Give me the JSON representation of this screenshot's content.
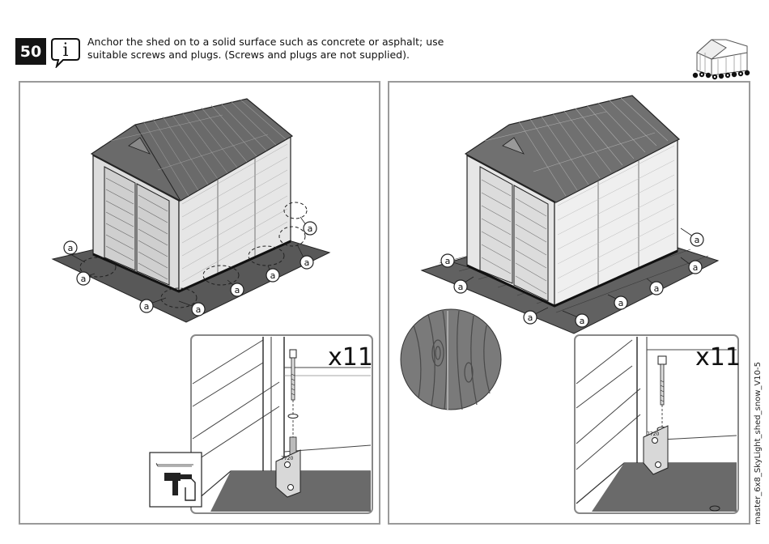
{
  "step": {
    "number": "50"
  },
  "instruction": {
    "icon": "info-icon",
    "line1": "Anchor the shed on to a solid surface such as concrete or asphalt; use",
    "line2": "suitable screws and plugs. (Screws and plugs are not supplied)."
  },
  "thumbnail": {
    "icon": "shed-thumbnail-icon"
  },
  "panels": {
    "left": {
      "callout_label": "a",
      "quantity": "x11",
      "tool_icon": "drill-icon",
      "surface": "concrete"
    },
    "right": {
      "callout_label": "a",
      "quantity": "x11",
      "surface": "wood"
    }
  },
  "document_code": "master_6x8_SkyLight_shed_snow_V10-5",
  "colors": {
    "floor": "#555555",
    "shed": "#dedede",
    "roof": "#666666",
    "border": "#9a9a9a"
  }
}
